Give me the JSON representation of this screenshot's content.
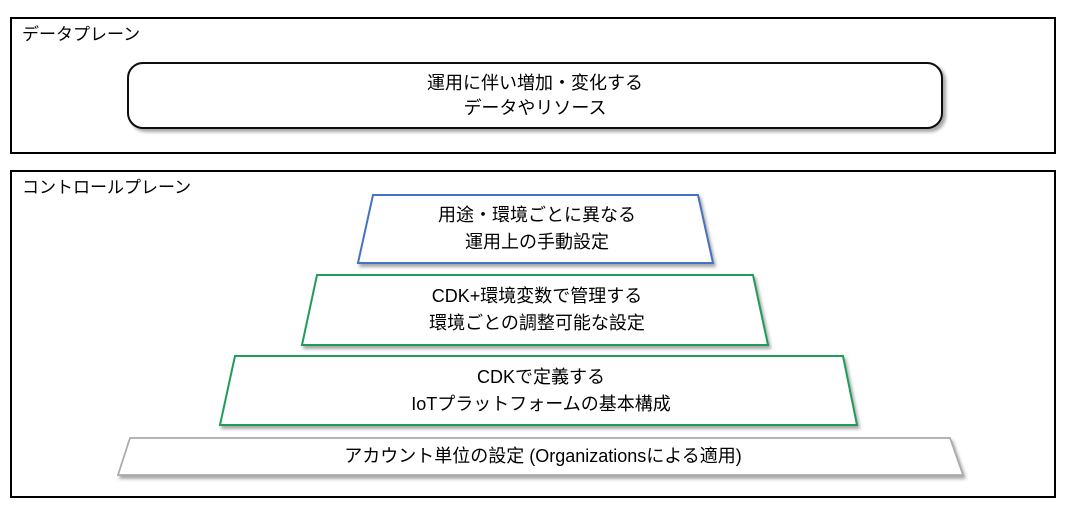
{
  "diagram": {
    "data_plane": {
      "label": "データプレーン",
      "bubble": {
        "line1": "運用に伴い増加・変化する",
        "line2": "データやリソース"
      }
    },
    "control_plane": {
      "label": "コントロールプレーン",
      "layers": [
        {
          "line1": "用途・環境ごとに異なる",
          "line2": "運用上の手動設定",
          "border_color": "#4472c4"
        },
        {
          "line1": "CDK+環境変数で管理する",
          "line2": "環境ごとの調整可能な設定",
          "border_color": "#1f9d57"
        },
        {
          "line1": "CDKで定義する",
          "line2": "IoTプラットフォームの基本構成",
          "border_color": "#1f9d57"
        },
        {
          "line1": "アカウント単位の設定 (Organizationsによる適用)",
          "border_color": "#ababab"
        }
      ]
    },
    "colors": {
      "box_border": "#000000",
      "text": "#000000",
      "accent_blue": "#4472c4",
      "accent_green": "#1f9d57",
      "accent_gray": "#ababab"
    }
  }
}
